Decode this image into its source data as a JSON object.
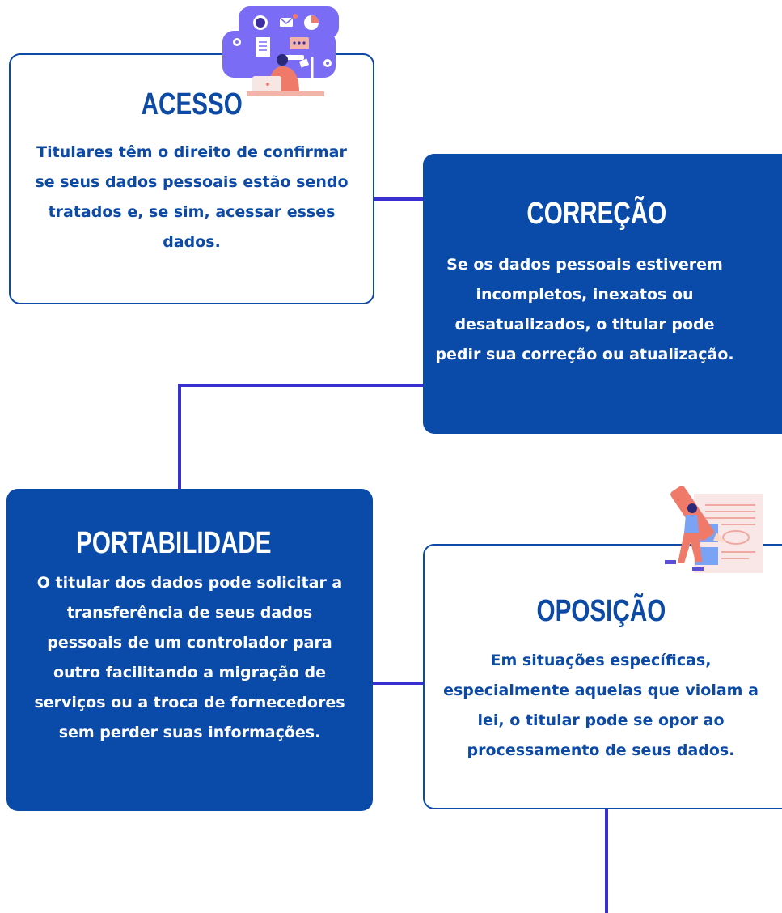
{
  "cards": {
    "acesso": {
      "title": "ACESSO",
      "body": "Titulares têm o direito de confirmar se seus dados pessoais estão sendo tratados e, se sim, acessar esses dados."
    },
    "correcao": {
      "title": "CORREÇÃO",
      "body": "Se os dados pessoais estiverem incompletos, inexatos ou desatualizados, o titular pode pedir sua correção ou atualização."
    },
    "portabilidade": {
      "title": "PORTABILIDADE",
      "body": "O titular dos dados pode solicitar a transferência de seus dados pessoais de um controlador para outro facilitando a migração de serviços ou a troca de fornecedores sem perder suas informações."
    },
    "oposicao": {
      "title": "OPOSIÇÃO",
      "body": "Em situações específicas, especialmente aquelas que violam a lei, o titular pode se opor ao processamento de seus dados."
    }
  },
  "colors": {
    "brand_blue": "#0a4aa8",
    "connector": "#3a2fd0",
    "illustration_purple": "#7b6cf6",
    "illustration_salmon": "#f07a6a"
  },
  "illustrations": {
    "acesso": "person-at-laptop-with-apps-icon",
    "oposicao": "person-with-giant-pencil-and-document-icon"
  }
}
